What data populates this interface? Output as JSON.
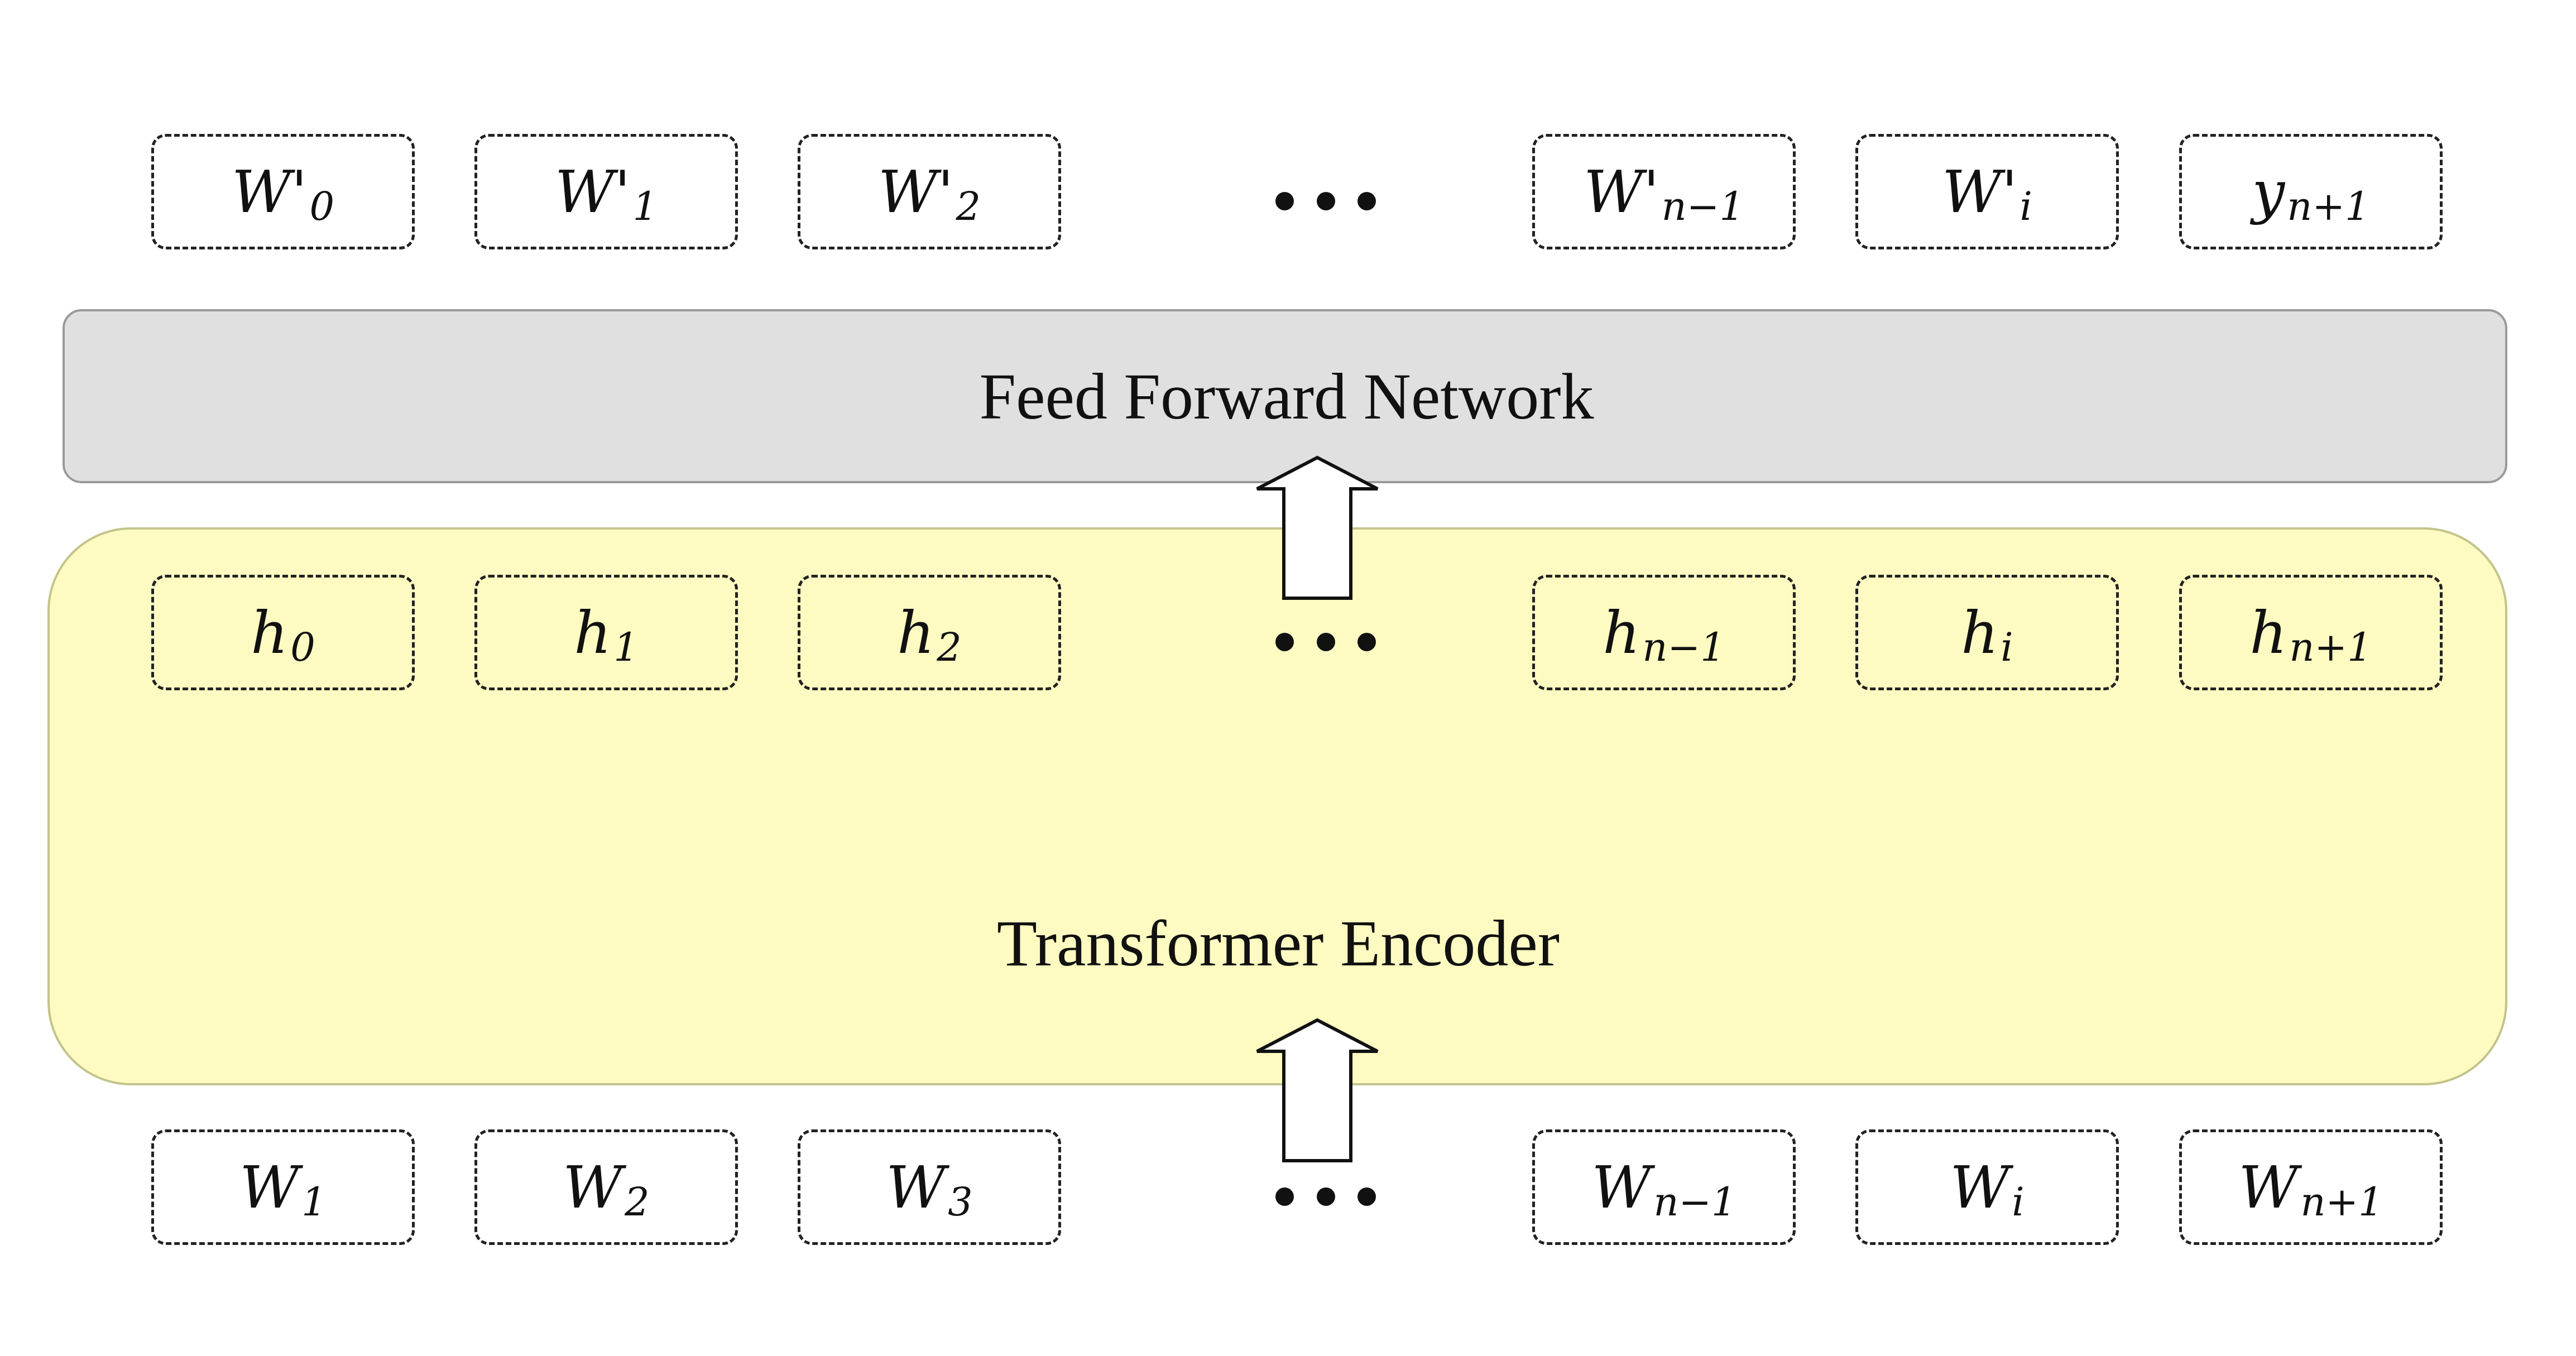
{
  "blocks": {
    "feed_forward": "Feed Forward Network",
    "encoder": "Transformer Encoder"
  },
  "rows": {
    "outputs": [
      {
        "main": "W'",
        "sub": "0"
      },
      {
        "main": "W'",
        "sub": "1"
      },
      {
        "main": "W'",
        "sub": "2"
      },
      {
        "main": "W'",
        "sub": "n−1"
      },
      {
        "main": "W'",
        "sub": "i"
      },
      {
        "main": "y",
        "sub": "n+1"
      }
    ],
    "hidden": [
      {
        "main": "h",
        "sub": "0"
      },
      {
        "main": "h",
        "sub": "1"
      },
      {
        "main": "h",
        "sub": "2"
      },
      {
        "main": "h",
        "sub": "n−1"
      },
      {
        "main": "h",
        "sub": "i"
      },
      {
        "main": "h",
        "sub": "n+1"
      }
    ],
    "inputs": [
      {
        "main": "W",
        "sub": "1"
      },
      {
        "main": "W",
        "sub": "2"
      },
      {
        "main": "W",
        "sub": "3"
      },
      {
        "main": "W",
        "sub": "n−1"
      },
      {
        "main": "W",
        "sub": "i"
      },
      {
        "main": "W",
        "sub": "n+1"
      }
    ]
  },
  "colors": {
    "feed_forward_fill": "#e0e0e0",
    "encoder_fill": "#fdfbc1"
  }
}
